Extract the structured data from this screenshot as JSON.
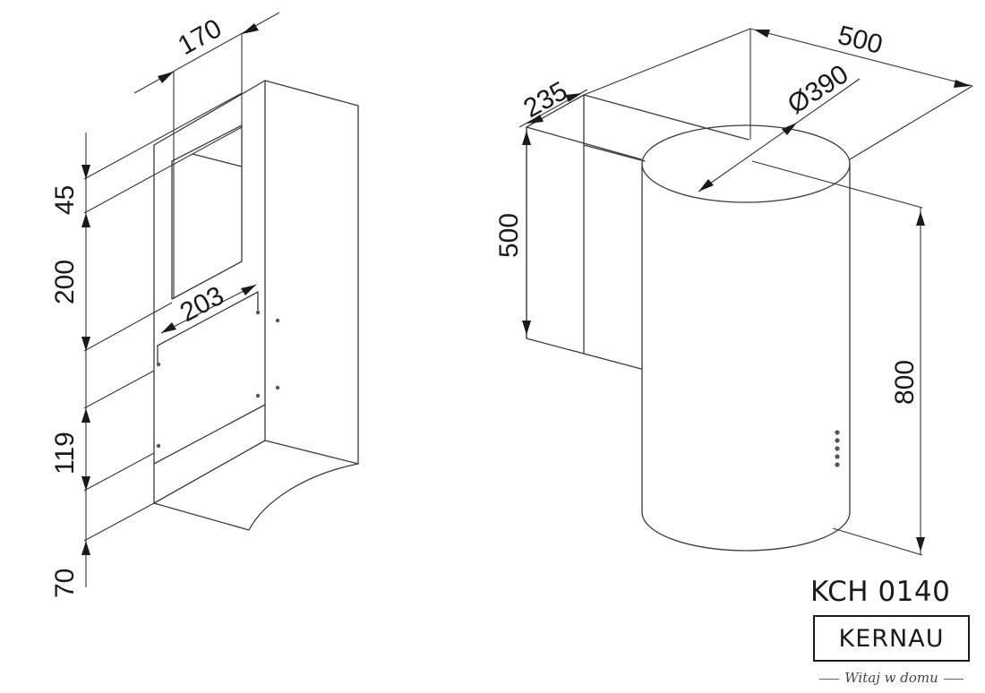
{
  "dimensions": {
    "wall_offset_top": "170",
    "gap_top": "45",
    "panel_height": "200",
    "bracket_width": "203",
    "lower_height": "119",
    "bottom_offset": "70",
    "depth": "235",
    "width": "500",
    "diameter": "Ø390",
    "chimney_height": "500",
    "body_height": "800"
  },
  "brand": {
    "model": "KCH 0140",
    "name": "KERNAU",
    "tagline": "Witaj w domu"
  }
}
